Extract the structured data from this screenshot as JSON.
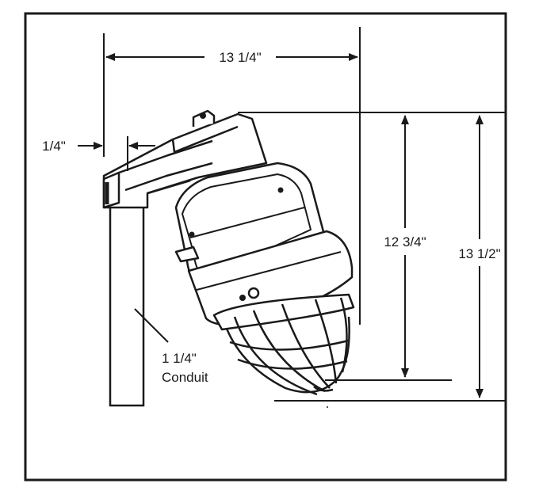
{
  "dimensions": {
    "overall_width": "13 1/4\"",
    "offset": "1/4\"",
    "fixture_height": "12 3/4\"",
    "overall_height": "13 1/2\""
  },
  "conduit": {
    "size": "1 1/4\"",
    "label": "Conduit"
  }
}
